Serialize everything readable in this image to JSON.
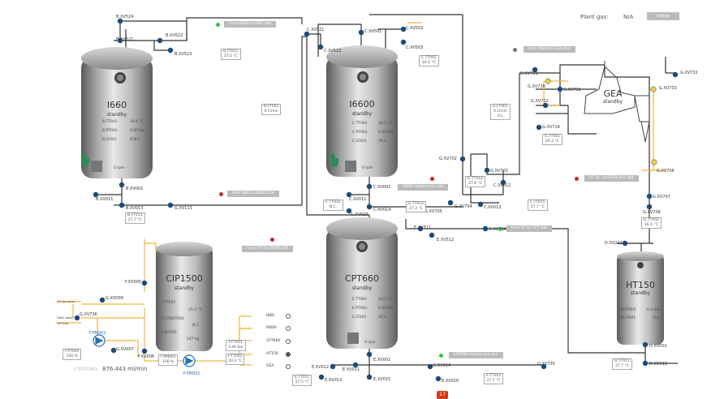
{
  "topbar": {
    "plant_gas_label": "Plant gas:",
    "plant_gas_value": "N/A",
    "change_label": "change"
  },
  "page_badge": "17",
  "tanks": {
    "i660": {
      "name": "I660",
      "state": "standby",
      "rpm": "0 rpm",
      "rows": [
        {
          "tag": "B.TT001",
          "val": "24.4 °C"
        },
        {
          "tag": "B.PT001",
          "val": "0.00 bar"
        },
        {
          "tag": "B.LT001",
          "val": "878 L"
        }
      ]
    },
    "i6600": {
      "name": "I6600",
      "state": "standby",
      "rpm": "0 rpm",
      "rows": [
        {
          "tag": "C.TT001",
          "val": "25.5 °C"
        },
        {
          "tag": "C.PT001",
          "val": "0.00 bar"
        },
        {
          "tag": "C.LT001",
          "val": "78 L"
        }
      ]
    },
    "cip1500": {
      "name": "CIP1500",
      "state": "standby",
      "rows": [
        {
          "tag": "F.TT001",
          "val": "25.4 °C"
        },
        {
          "tag": "F.CONDT001",
          "val": "N.C."
        },
        {
          "tag": "F.WT001",
          "val": "147 kg"
        }
      ]
    },
    "cpt660": {
      "name": "CPT660",
      "state": "standby",
      "rpm": "0 rpm",
      "rows": [
        {
          "tag": "E.TT001",
          "val": "23.3 °C"
        },
        {
          "tag": "E.PT001",
          "val": "0.00 bar"
        },
        {
          "tag": "E.LT001",
          "val": "10 L"
        }
      ]
    },
    "ht150": {
      "name": "HT150",
      "state": "standby",
      "rows": [
        {
          "tag": "D.PT001",
          "val": "0.4 bar"
        },
        {
          "tag": "D.LT001",
          "val": "8 L"
        }
      ]
    },
    "gea": {
      "name": "GEA",
      "state": "standby"
    }
  },
  "valves": [
    {
      "id": "B.XV524"
    },
    {
      "id": "B.XV521"
    },
    {
      "id": "B.XV522"
    },
    {
      "id": "B.XV523"
    },
    {
      "id": "B.XV001"
    },
    {
      "id": "B.XV011"
    },
    {
      "id": "B.XV013"
    },
    {
      "id": "G.XV113"
    },
    {
      "id": "C.XV521"
    },
    {
      "id": "C.XV522"
    },
    {
      "id": "C.XV501"
    },
    {
      "id": "C.XV502"
    },
    {
      "id": "C.XV503"
    },
    {
      "id": "C.XV001"
    },
    {
      "id": "C.XV011"
    },
    {
      "id": "C.XV014"
    },
    {
      "id": "C.XV016"
    },
    {
      "id": "G.XV705"
    },
    {
      "id": "G.XV704"
    },
    {
      "id": "G.XV702"
    },
    {
      "id": "G.XV703"
    },
    {
      "id": "G.XV711"
    },
    {
      "id": "G.XV730"
    },
    {
      "id": "G.XV731"
    },
    {
      "id": "G.XV712"
    },
    {
      "id": "G.XV714"
    },
    {
      "id": "G.XV732"
    },
    {
      "id": "G.XV733"
    },
    {
      "id": "G.XV706"
    },
    {
      "id": "G.XV707"
    },
    {
      "id": "G.XV708"
    },
    {
      "id": "C.XV012"
    },
    {
      "id": "C.XV013"
    },
    {
      "id": "E.XV511"
    },
    {
      "id": "E.XV512"
    },
    {
      "id": "G.XV734"
    },
    {
      "id": "E.XV001"
    },
    {
      "id": "E.XV011"
    },
    {
      "id": "E.XV012"
    },
    {
      "id": "E.XV013"
    },
    {
      "id": "E.XV015"
    },
    {
      "id": "E.XV014"
    },
    {
      "id": "E.XV016"
    },
    {
      "id": "G.XV735"
    },
    {
      "id": "F.XV005"
    },
    {
      "id": "G.XV009"
    },
    {
      "id": "G.XV736"
    },
    {
      "id": "G.XV007"
    },
    {
      "id": "F.XV006"
    },
    {
      "id": "D.XV221"
    },
    {
      "id": "D.XV001"
    },
    {
      "id": "D.XV513"
    }
  ],
  "value_boxes": {
    "b_tt021": "B.TT021\n23.5 °C",
    "b_ft001": "B.FT001\n0 L/min",
    "b_tt011": "B.TT011\n27.7 °C",
    "c_tt001": "C.TT001\n24.2 °C",
    "c_tt012": "C.TT012\nN.C.",
    "g_tt013": "G.TT013\n27.2 °C",
    "g_tt014": "G.TT014\n27.6 °C",
    "c_tt015": "C.TT015\n27.7 °C",
    "g_ft001": "G.FT001\n0 L/min\n0 L",
    "g_tt001": "G.TT001\n26.2 °C",
    "g_tt002": "G.TT002\n16.5 °C",
    "d_tt011": "D.TT011\n27.7 °C",
    "e_tt011": "E.TT011\n27.5 °C",
    "e_tt012": "E.TT012\n27.7 °C",
    "f_pt002": "F.PT002\n100 %",
    "f_ft001": "F.FT001\n3.40 bar",
    "f_tt002": "F.TT002\n20.3 °C",
    "f_pm001_box": "F.PM001\n100 %"
  },
  "pumps": {
    "f_pm002": "F.PM002",
    "f_pm001": "F.PM001"
  },
  "dosing": {
    "label": "F.DOSING",
    "value": "876.443 ml/min"
  },
  "cip_inputs": [
    {
      "label": "CIP lye valve"
    },
    {
      "label": "Fresh water"
    },
    {
      "label": "CIP acid"
    }
  ],
  "flows": {
    "from_i6600_to_i660": "from I6600 to I660 stat",
    "from_i660_to_i6600": "from I660 to I6600 stat",
    "from_cpt_to_i6600": "from CPT to I6600 stat",
    "from_i6600_to_gea": "from I6600 to GEA stat",
    "i6600_bottom": "I6600 bottom line stat",
    "ht_inl_gea": "HT inl. and GEA line stat",
    "from_ht_to_cpt": "from HT to CPT stat",
    "cpt660_bottom": "CPT660 bottom line stat"
  },
  "destinations": [
    {
      "label": "I660",
      "filled": false
    },
    {
      "label": "I6600",
      "filled": false
    },
    {
      "label": "CPT660",
      "filled": false
    },
    {
      "label": "HT150",
      "filled": true
    },
    {
      "label": "GEA",
      "filled": false
    }
  ],
  "colors": {
    "pipe": "#333333",
    "yellow_pipe": "#f0b840",
    "valve": "#1e4a7a",
    "valve_yellow": "#e8d04a",
    "status_green": "#3ec43e",
    "status_red": "#c62828"
  }
}
